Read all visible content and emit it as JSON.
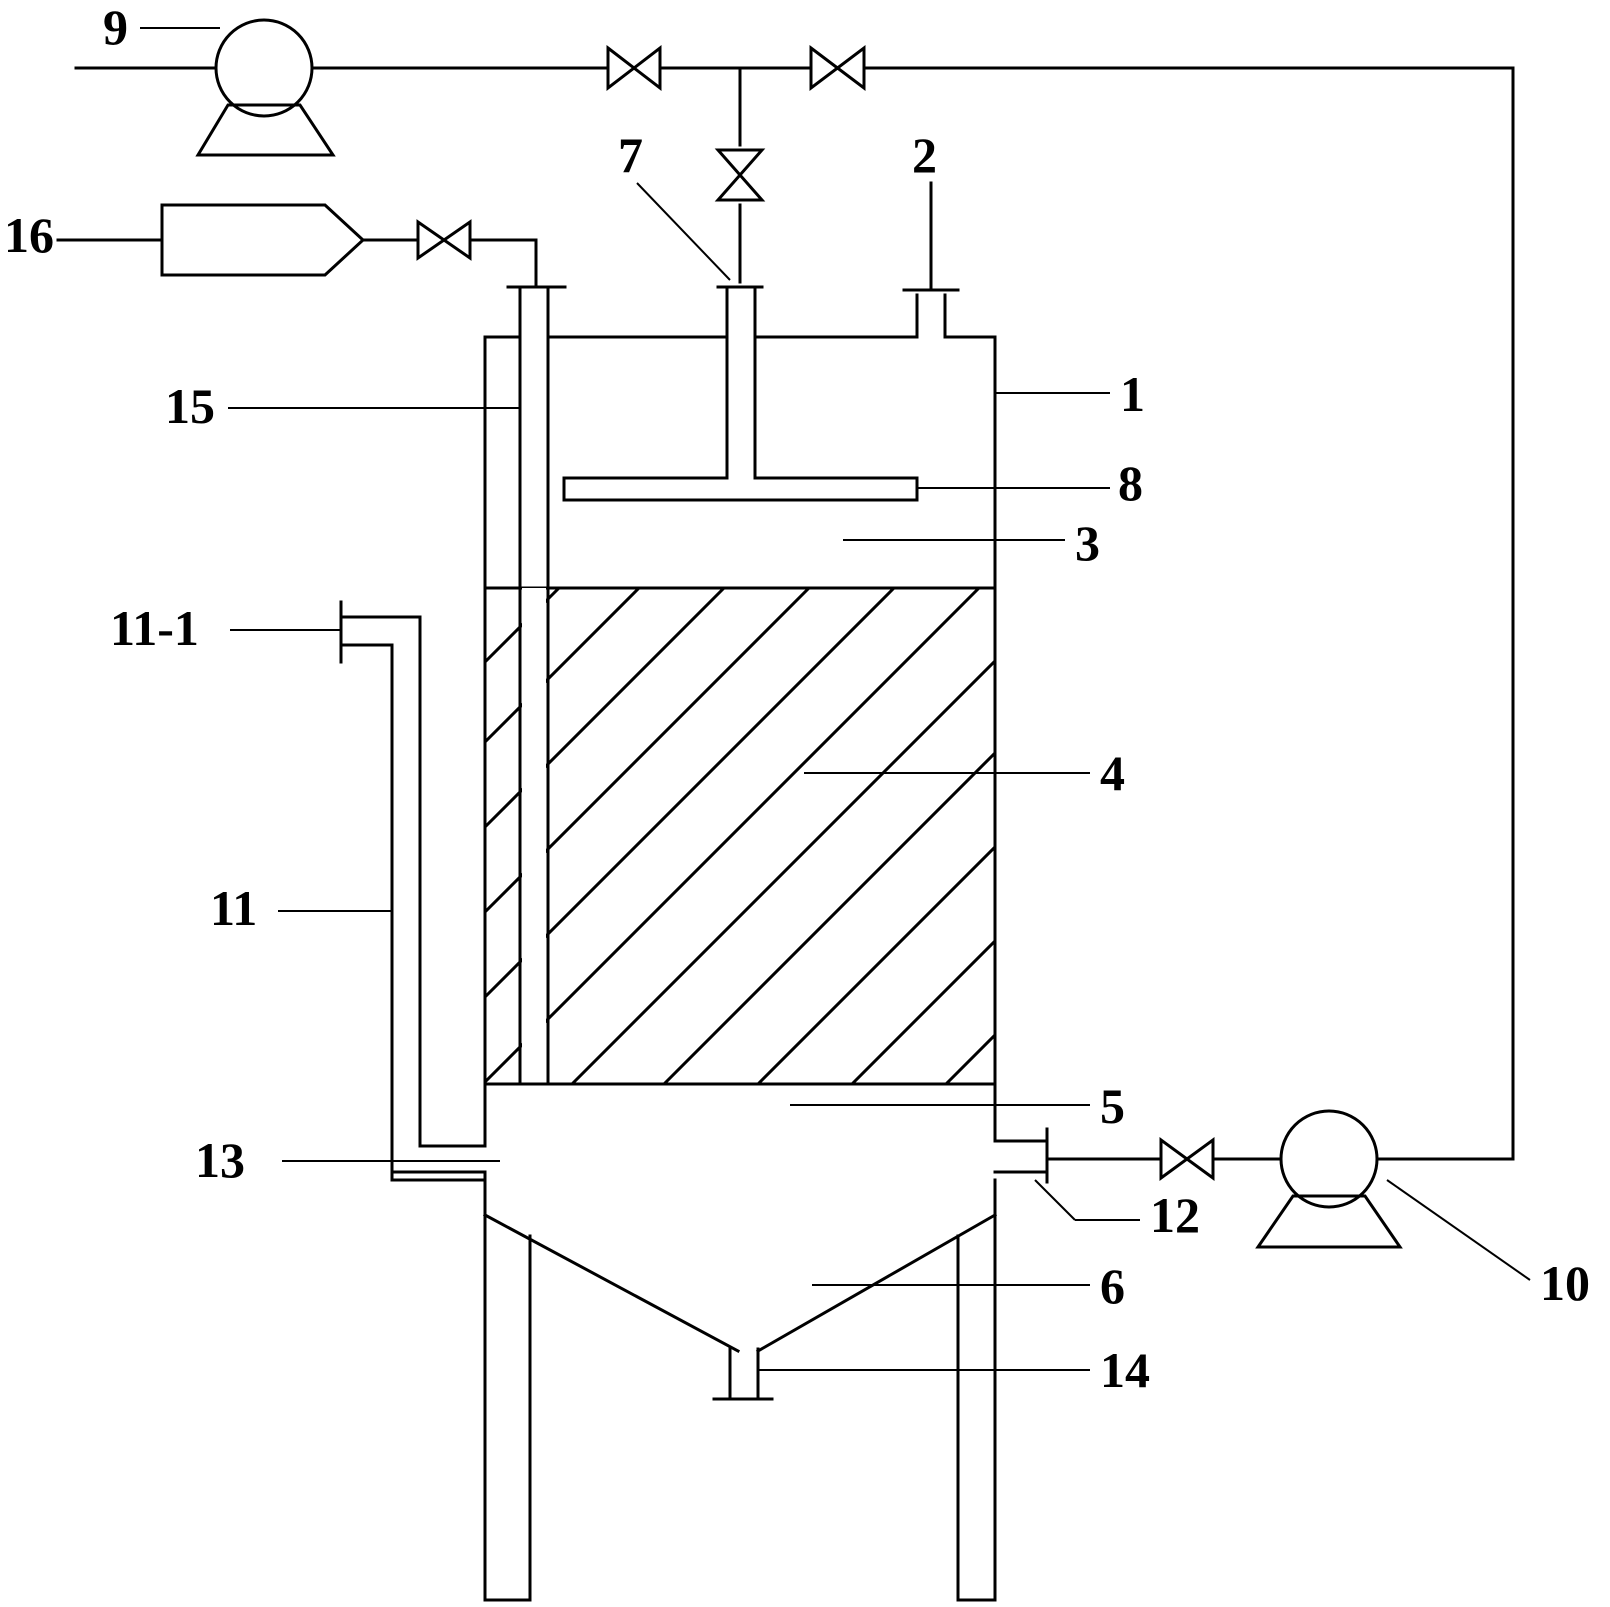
{
  "diagram": {
    "labels": {
      "l1": "1",
      "l2": "2",
      "l3": "3",
      "l4": "4",
      "l5": "5",
      "l6": "6",
      "l7": "7",
      "l8": "8",
      "l9": "9",
      "l10": "10",
      "l11": "11",
      "l11_1": "11-1",
      "l12": "12",
      "l13": "13",
      "l14": "14",
      "l15": "15",
      "l16": "16"
    },
    "colors": {
      "line": "#000000",
      "background": "#ffffff"
    }
  }
}
